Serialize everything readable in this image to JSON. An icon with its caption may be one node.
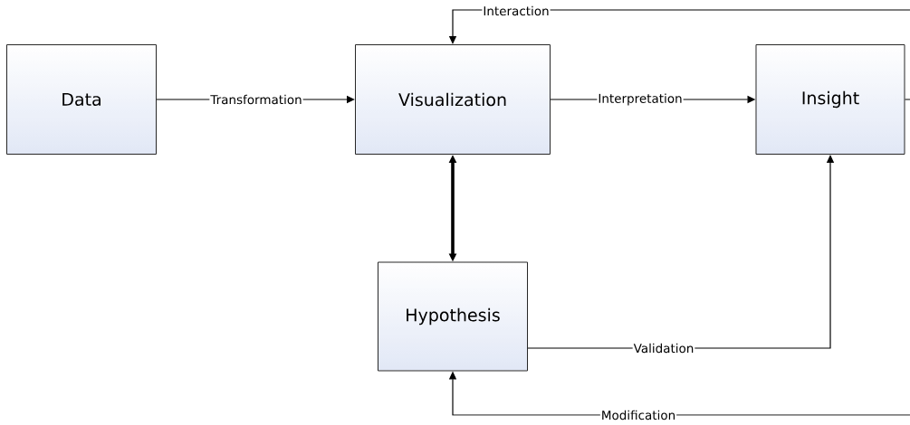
{
  "diagram": {
    "nodes": [
      {
        "text": [
          "Data"
        ]
      },
      {
        "text": [
          "Visualization"
        ]
      },
      {
        "text": [
          "Insight"
        ]
      },
      {
        "text": [
          "Hypothesis"
        ]
      }
    ],
    "edges": [
      {
        "from": 0,
        "to": 1,
        "arrow": "to",
        "label": "Transformation"
      },
      {
        "from": 1,
        "to": 2,
        "arrow": "to",
        "label": "Interpretation"
      },
      {
        "from": 1,
        "to": 3,
        "arrow": "both",
        "style": "thick"
      },
      {
        "from": 3,
        "to": 2,
        "arrow": "to",
        "label": "Validation"
      },
      {
        "from": null,
        "to": 1,
        "arrow": "to",
        "label": "Interaction"
      },
      {
        "from": null,
        "to": 3,
        "arrow": "to",
        "label": "Modification"
      },
      {
        "from": 2,
        "to": null,
        "arrow": "none"
      }
    ]
  }
}
